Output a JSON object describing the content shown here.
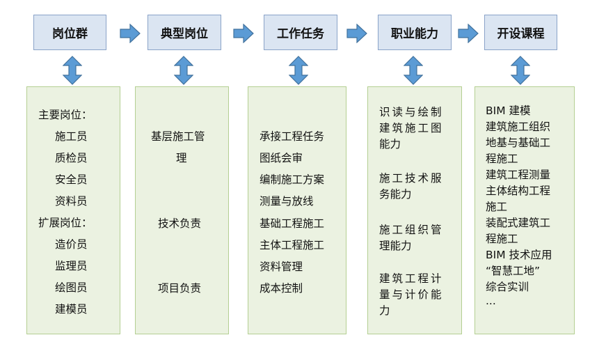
{
  "header": {
    "c1": "岗位群",
    "c2": "典型岗位",
    "c3": "工作任务",
    "c4": "职业能力",
    "c5": "开设课程"
  },
  "col1": {
    "main_title": "主要岗位：",
    "main_items": [
      "施工员",
      "质检员",
      "安全员",
      "资料员"
    ],
    "ext_title": "扩展岗位：",
    "ext_items": [
      "造价员",
      "监理员",
      "绘图员",
      "建模员"
    ]
  },
  "col2": {
    "lines": [
      "基层施工管",
      "理",
      "技术负责",
      "项目负责"
    ]
  },
  "col3": {
    "items": [
      "承接工程任务",
      "图纸会审",
      "编制施工方案",
      "测量与放线",
      "基础工程施工",
      "主体工程施工",
      "资料管理",
      "成本控制"
    ]
  },
  "col4": {
    "lines": [
      "识读与绘制",
      "建筑施工图",
      "能力",
      "施工技术服",
      "务能力",
      "施工组织管",
      "理能力",
      "建筑工程计",
      "量与计价能",
      "力"
    ]
  },
  "col5": {
    "lines": [
      "BIM 建模",
      "建筑施工组织",
      "地基与基础工",
      "程施工",
      "建筑工程测量",
      "主体结构工程",
      "施工",
      "装配式建筑工",
      "程施工",
      "BIM 技术应用",
      "“智慧工地”",
      "综合实训",
      "..."
    ]
  },
  "colors": {
    "header_fill": "#dbe5f2",
    "header_border": "#8aa3c8",
    "arrow_fill": "#5b9bd5",
    "arrow_stroke": "#41719c",
    "panel_fill": "#ebf2e1",
    "panel_border": "#b4cf92"
  }
}
